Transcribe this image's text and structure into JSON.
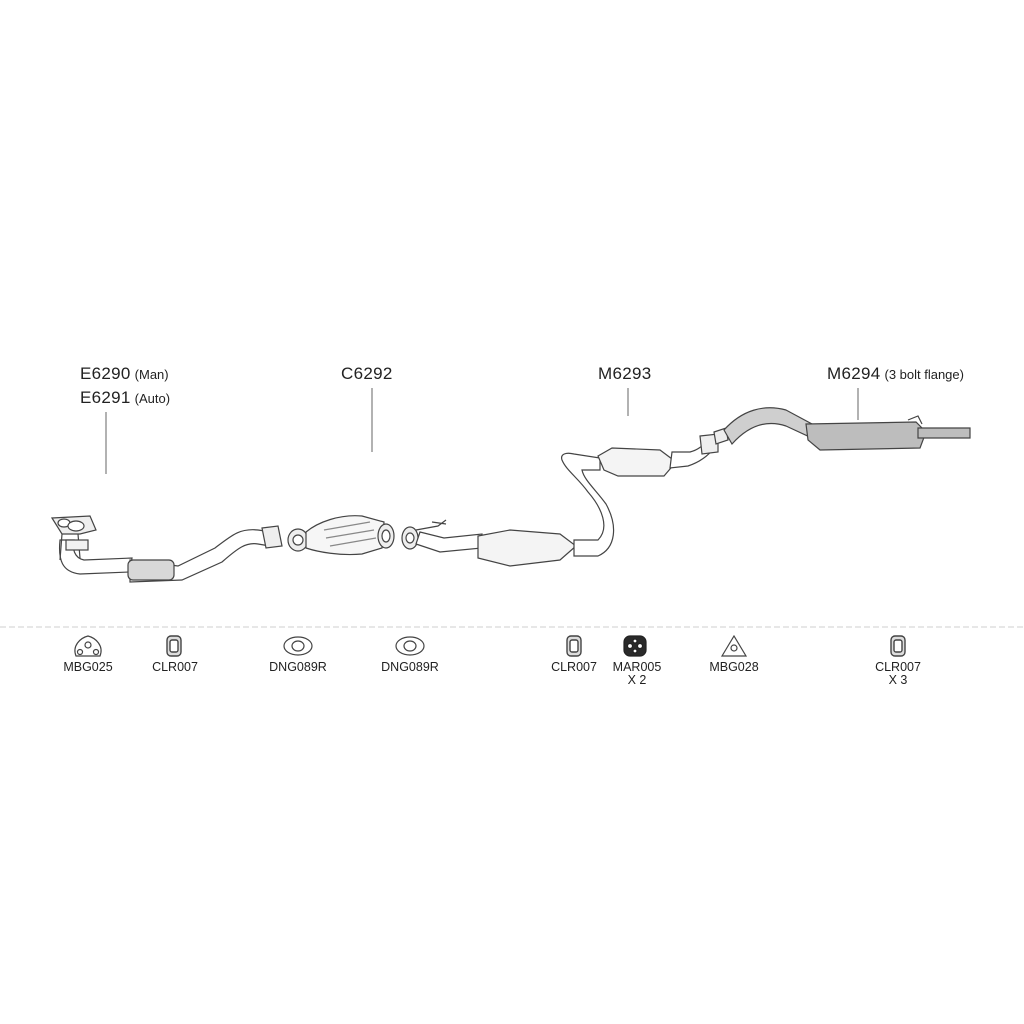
{
  "parts": [
    {
      "id": "front-pipe-man",
      "code": "E6290",
      "note": "(Man)"
    },
    {
      "id": "front-pipe-auto",
      "code": "E6291",
      "note": "(Auto)"
    },
    {
      "id": "catalyst",
      "code": "C6292",
      "note": ""
    },
    {
      "id": "centre-section",
      "code": "M6293",
      "note": ""
    },
    {
      "id": "rear-box",
      "code": "M6294",
      "note": "(3 bolt flange)"
    }
  ],
  "fittings": [
    {
      "code": "MBG025",
      "qty": "",
      "icon": "triangle-gasket-icon"
    },
    {
      "code": "CLR007",
      "qty": "",
      "icon": "clamp-icon"
    },
    {
      "code": "DNG089R",
      "qty": "",
      "icon": "oval-gasket-icon"
    },
    {
      "code": "DNG089R",
      "qty": "",
      "icon": "oval-gasket-icon"
    },
    {
      "code": "CLR007",
      "qty": "",
      "icon": "clamp-icon"
    },
    {
      "code": "MAR005",
      "qty": "X 2",
      "icon": "rubber-mount-icon"
    },
    {
      "code": "MBG028",
      "qty": "",
      "icon": "triangle-gasket-icon"
    },
    {
      "code": "CLR007",
      "qty": "X 3",
      "icon": "clamp-icon"
    }
  ],
  "colors": {
    "line": "#444444",
    "pipe_fill": "#ffffff",
    "muffler_fill": "#bdbdbd",
    "divider": "#cfcfcf"
  }
}
